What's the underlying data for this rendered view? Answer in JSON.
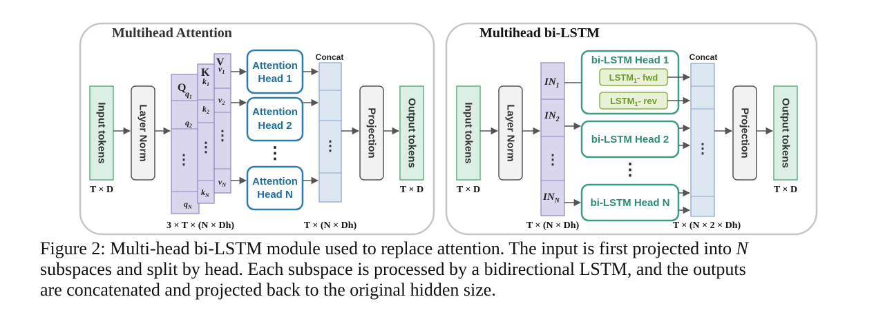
{
  "left_panel": {
    "title": "Multihead Attention",
    "input_tokens": "Input tokens",
    "layer_norm": "Layer Norm",
    "q": "Q",
    "k": "K",
    "v": "V",
    "q_sub": [
      "q",
      "q",
      "q"
    ],
    "q_idx": [
      "1",
      "2",
      "N"
    ],
    "k_sub": [
      "k",
      "k",
      "k"
    ],
    "k_idx": [
      "1",
      "2",
      "N"
    ],
    "v_sub": [
      "v",
      "v",
      "v"
    ],
    "v_idx": [
      "1",
      "2",
      "N"
    ],
    "ellipsis": "⋮",
    "heads": [
      {
        "line1": "Attention",
        "line2": "Head 1"
      },
      {
        "line1": "Attention",
        "line2": "Head 2"
      },
      {
        "line1": "Attention",
        "line2": "Head N"
      }
    ],
    "concat": "Concat",
    "projection": "Projection",
    "output_tokens": "Output tokens",
    "dim_in": "T × D",
    "dim_qkv": "3 × T × (N × Dh)",
    "dim_concat": "T × (N × Dh)",
    "dim_out": "T × D"
  },
  "right_panel": {
    "title": "Multihead bi-LSTM",
    "input_tokens": "Input tokens",
    "layer_norm": "Layer Norm",
    "in_base": "IN",
    "in_idx": [
      "1",
      "2",
      "N"
    ],
    "ellipsis": "⋮",
    "head1_title": "bi-LSTM Head 1",
    "lstm_base": "LSTM",
    "lstm_idx": "1",
    "lstm_fwd": "- fwd",
    "lstm_rev": "- rev",
    "head2": "bi-LSTM Head 2",
    "headN": "bi-LSTM Head N",
    "concat": "Concat",
    "projection": "Projection",
    "output_tokens": "Output tokens",
    "dim_in": "T × D",
    "dim_split": "T × (N × Dh)",
    "dim_concat": "T × (N × 2 × Dh)",
    "dim_out": "T × D"
  },
  "caption": {
    "line1_a": "Figure 2: Multi-head bi-LSTM module used to replace attention. The input is first projected into ",
    "line1_n": "N",
    "line2": "subspaces and split by head. Each subspace is processed by a bidirectional LSTM, and the outputs",
    "line3": "are concatenated and projected back to the original hidden size."
  },
  "colors": {
    "green_fill": "#dcefe4",
    "green_stroke": "#5fb07e",
    "purple_fill": "#d9d6ee",
    "purple_stroke": "#8d86bd",
    "blue_fill": "#dde7f2",
    "blue_stroke": "#8aa4c6",
    "attn_stroke": "#2e7fa8",
    "attn_text": "#1f6f9a",
    "lstm_stroke": "#3e9c86",
    "lstm_text": "#2f8b75",
    "sub_fill": "#e9f2d7",
    "sub_stroke": "#8ab04a",
    "sub_text": "#6d9a2e",
    "gray_fill": "#f2f2f2",
    "gray_stroke": "#666666",
    "panel_stroke": "#c6c6c6"
  }
}
